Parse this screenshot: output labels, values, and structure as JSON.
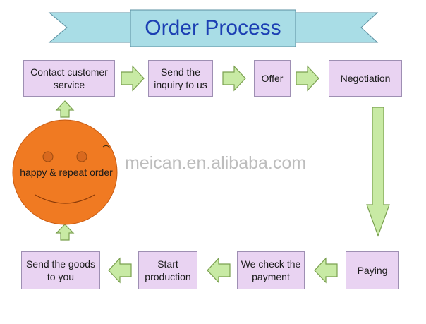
{
  "title": "Order Process",
  "watermark": "meican.en.alibaba.com",
  "colors": {
    "box_fill": "#e9d3f2",
    "box_border": "#9e8fb3",
    "arrow_fill": "#c8eaa4",
    "arrow_stroke": "#7aa04f",
    "banner_fill": "#a9dde6",
    "title_color": "#1c3fb3",
    "face_fill": "#f07a22"
  },
  "steps": {
    "contact": [
      "Contact customer",
      "service"
    ],
    "inquiry": [
      "Send the",
      "inquiry to us"
    ],
    "offer": [
      "Offer"
    ],
    "negotiation": [
      "Negotiation"
    ],
    "paying": [
      "Paying"
    ],
    "check_payment": [
      "We check the",
      "payment"
    ],
    "start_production": [
      "Start",
      "production"
    ],
    "send_goods": [
      "Send the goods",
      "to you"
    ]
  },
  "face_label": "happy & repeat order"
}
